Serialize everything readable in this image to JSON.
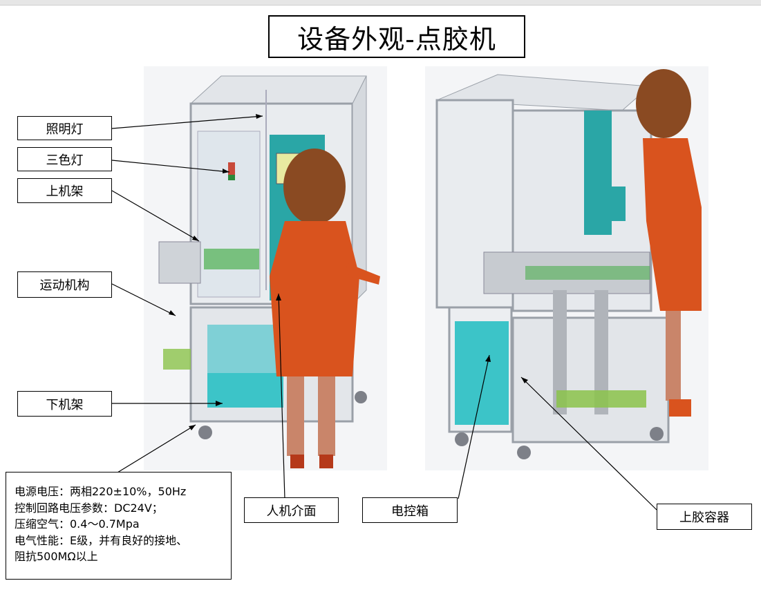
{
  "title": "设备外观-点胶机",
  "labels": {
    "lighting": "照明灯",
    "tricolor": "三色灯",
    "upper_frame": "上机架",
    "motion": "运动机构",
    "lower_frame": "下机架",
    "hmi": "人机介面",
    "control_box": "电控箱",
    "glue_container": "上胶容器"
  },
  "specs": [
    "电源电压：两相220±10%，50Hz",
    "控制回路电压参数：DC24V；",
    "压缩空气：0.4～0.7Mpa",
    "电气性能：E级，并有良好的接地、",
    "阻抗500MΩ以上"
  ],
  "colors": {
    "frame": "#d9dde2",
    "panel_teal": "#2aa6a6",
    "figure_red": "#d9531e",
    "figure_hair": "#8a4a22"
  }
}
